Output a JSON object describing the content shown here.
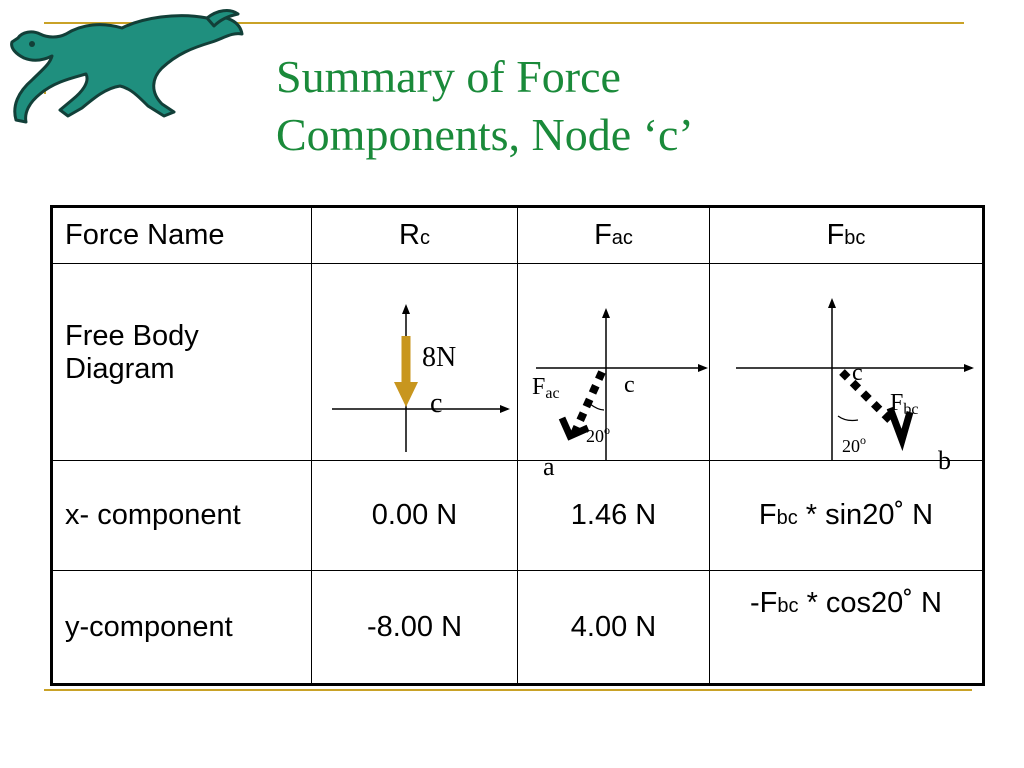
{
  "logo": {
    "icon": "mustang-horse-icon",
    "colors": {
      "body": "#1f8f7e",
      "outline": "#123f38"
    }
  },
  "title": {
    "line1": "Summary of Force",
    "line2": "Components, Node ‘c’",
    "color": "#1a8a3a"
  },
  "rule_color": "#c9a227",
  "table": {
    "header": {
      "name": "Force Name",
      "cols": [
        {
          "base": "R",
          "sub": "c"
        },
        {
          "base": "F",
          "sub": "ac"
        },
        {
          "base": "F",
          "sub": "bc"
        }
      ]
    },
    "fbd_row": {
      "label_line1": "Free Body",
      "label_line2": "Diagram",
      "rc": {
        "magnitude": "8N",
        "node": "c",
        "arrow_color": "#c8961e"
      },
      "fac": {
        "f": "F",
        "sub": "ac",
        "node": "c",
        "angle": "20",
        "deg": "o",
        "end": "a"
      },
      "fbc": {
        "f": "F",
        "sub": "bc",
        "node": "c",
        "angle": "20",
        "deg": "o",
        "end": "b"
      }
    },
    "x_row": {
      "label": "x- component",
      "rc": "0.00 N",
      "fac": "1.46 N",
      "fbc": {
        "pre": "F",
        "sub": "bc",
        "post": " * sin20˚ N"
      }
    },
    "y_row": {
      "label": "y-component",
      "rc": "-8.00 N",
      "fac": "4.00 N",
      "fbc": {
        "pre": "-F",
        "sub": "bc",
        "post": " * cos20˚ N"
      }
    }
  }
}
